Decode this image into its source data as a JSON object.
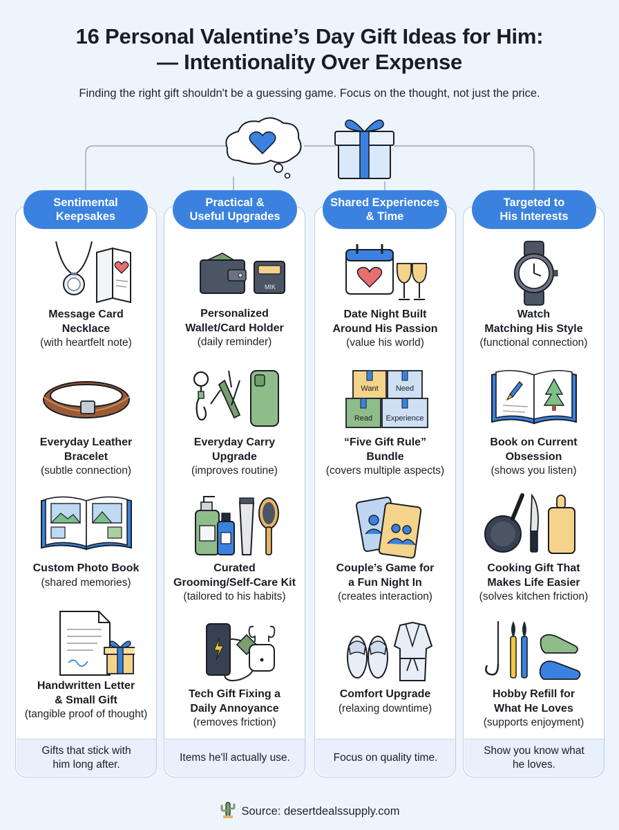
{
  "title_line1": "16 Personal Valentine’s Day Gift Ideas for Him:",
  "title_line2": "— Intentionality Over Expense",
  "subtitle": "Finding the right gift shouldn't be a guessing game. Focus on the thought, not just the price.",
  "colors": {
    "accent": "#3b82e0",
    "column_border": "#b9cbe0",
    "background": "#eef4fc",
    "footer_bg": "#e7f0fb"
  },
  "columns": [
    {
      "heading": "Sentimental\nKeepsakes",
      "items": [
        {
          "icon": "necklace-card-icon",
          "name": "Message Card\nNecklace",
          "note": "(with heartfelt note)"
        },
        {
          "icon": "leather-bracelet-icon",
          "name": "Everyday Leather\nBracelet",
          "note": "(subtle connection)"
        },
        {
          "icon": "photo-book-icon",
          "name": "Custom Photo Book",
          "note": "(shared memories)"
        },
        {
          "icon": "letter-gift-icon",
          "name": "Handwritten Letter\n& Small Gift",
          "note": "(tangible proof of thought)"
        }
      ],
      "footer": "Gifts that stick with\nhim long after."
    },
    {
      "heading": "Practical &\nUseful Upgrades",
      "items": [
        {
          "icon": "wallet-icon",
          "name": "Personalized\nWallet/Card Holder",
          "note": "(daily reminder)",
          "monogram": "MIK"
        },
        {
          "icon": "everyday-carry-icon",
          "name": "Everyday Carry\nUpgrade",
          "note": "(improves routine)"
        },
        {
          "icon": "grooming-kit-icon",
          "name": "Curated\nGrooming/Self-Care Kit",
          "note": "(tailored to his habits)"
        },
        {
          "icon": "tech-gadgets-icon",
          "name": "Tech Gift Fixing a\nDaily Annoyance",
          "note": "(removes friction)"
        }
      ],
      "footer": "Items he'll actually use."
    },
    {
      "heading": "Shared Experiences\n& Time",
      "items": [
        {
          "icon": "date-night-icon",
          "name": "Date Night Built\nAround His Passion",
          "note": "(value his world)"
        },
        {
          "icon": "five-gift-boxes-icon",
          "name": "“Five Gift Rule”\nBundle",
          "note": "(covers multiple aspects)",
          "box_labels": [
            "Want",
            "Need",
            "Read",
            "Experience"
          ]
        },
        {
          "icon": "couple-game-cards-icon",
          "name": "Couple’s Game for\na Fun Night In",
          "note": "(creates interaction)"
        },
        {
          "icon": "slippers-robe-icon",
          "name": "Comfort Upgrade",
          "note": "(relaxing downtime)"
        }
      ],
      "footer": "Focus on quality time."
    },
    {
      "heading": "Targeted to\nHis Interests",
      "items": [
        {
          "icon": "watch-icon",
          "name": "Watch\nMatching His Style",
          "note": "(functional connection)"
        },
        {
          "icon": "open-book-icon",
          "name": "Book on Current\nObsession",
          "note": "(shows you listen)"
        },
        {
          "icon": "cookware-icon",
          "name": "Cooking Gift That\nMakes Life Easier",
          "note": "(solves kitchen friction)"
        },
        {
          "icon": "hobby-supplies-icon",
          "name": "Hobby Refill for\nWhat He Loves",
          "note": "(supports enjoyment)"
        }
      ],
      "footer": "Show you know what\nhe loves."
    }
  ],
  "source": "Source: desertdealssupply.com"
}
